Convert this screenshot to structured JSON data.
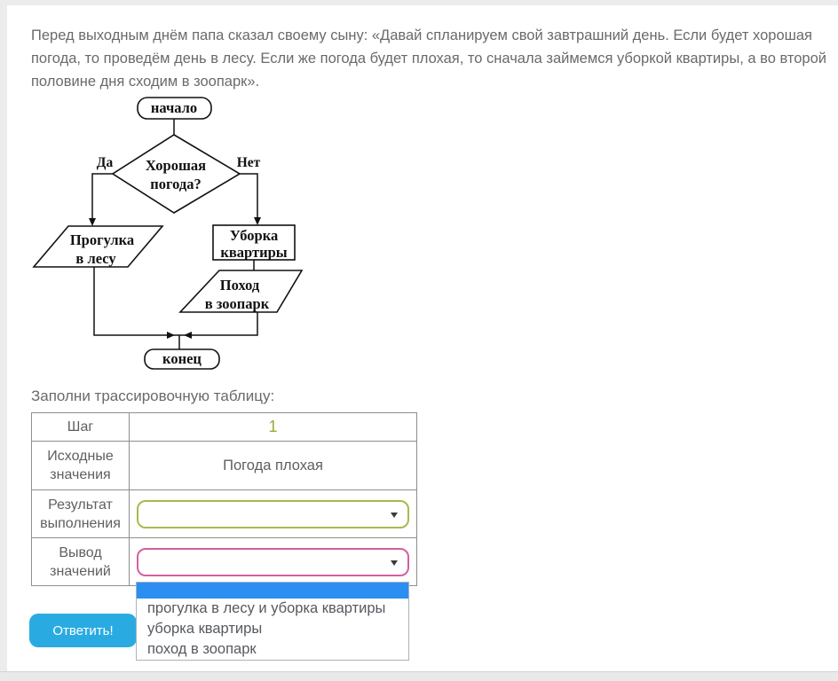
{
  "colors": {
    "answer_button_bg": "#29abe2",
    "option_highlight_blue": "#2b8ff2",
    "result_select_border": "#a9b94c",
    "output_select_border": "#d1619f",
    "step_value_green": "#9aa83a"
  },
  "problem_text": "Перед выходным днём папа сказал своему сыну: «Давай спланируем свой завтрашний день. Если будет хорошая погода, то проведём день в лесу. Если же погода будет плохая, то сначала займемся уборкой квартиры, а во второй половине дня сходим в зоопарк».",
  "flowchart": {
    "start": "начало",
    "decision": {
      "line1": "Хорошая",
      "line2": "погода?"
    },
    "yes_label": "Да",
    "no_label": "Нет",
    "walk": {
      "line1": "Прогулка",
      "line2": "в лесу"
    },
    "cleaning": {
      "line1": "Уборка",
      "line2": "квартиры"
    },
    "zoo": {
      "line1": "Поход",
      "line2": "в зоопарк"
    },
    "end": "конец"
  },
  "table_heading": "Заполни трассировочную таблицу:",
  "trace_table": {
    "rows": [
      {
        "label": "Шаг",
        "value": "1"
      },
      {
        "label": "Исходные значения",
        "value": "Погода плохая"
      },
      {
        "label": "Результат выполнения",
        "value": ""
      },
      {
        "label": "Вывод значений",
        "value": ""
      }
    ]
  },
  "output_dropdown": {
    "selected_value": "",
    "options": [
      "",
      "прогулка в лесу и уборка квартиры",
      "уборка квартиры",
      "поход в зоопарк"
    ]
  },
  "answer_button_label": "Ответить!"
}
